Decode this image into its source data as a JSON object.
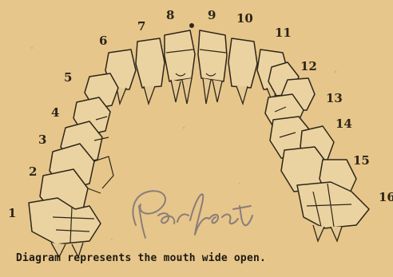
{
  "tooth_numbers": [
    "1",
    "2",
    "3",
    "4",
    "5",
    "6",
    "7",
    "8",
    "9",
    "10",
    "11",
    "12",
    "13",
    "14",
    "15",
    "16"
  ],
  "handwriting": "Perfect",
  "caption": "Diagram represents the mouth wide open.",
  "colors": {
    "paper": "#e6c68a",
    "ink": "#2e261a",
    "pencil": "#8a7d7a"
  }
}
